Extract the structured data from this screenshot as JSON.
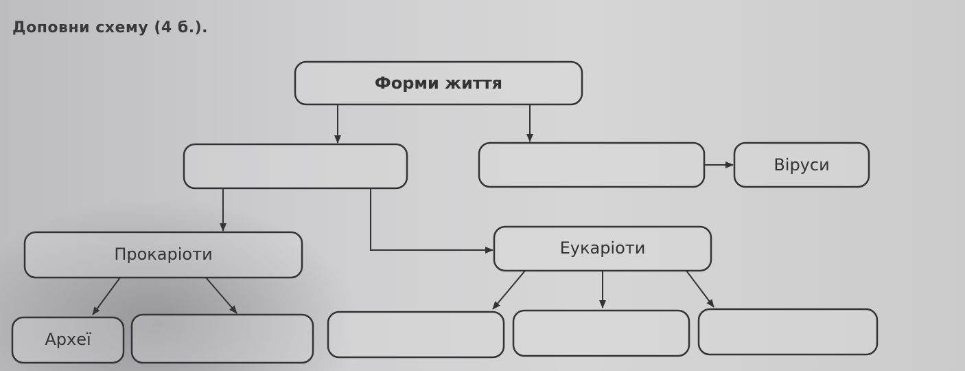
{
  "task": "Доповни схему (4 б.).",
  "diagram": {
    "root": "Форми життя",
    "level1": {
      "left": "",
      "right": "",
      "viruses": "Віруси"
    },
    "prokaryotes": "Прокаріоти",
    "eukaryotes": "Еукаріоти",
    "prokaryote_children": [
      "Археї",
      ""
    ],
    "eukaryote_children": [
      "",
      "",
      ""
    ]
  }
}
